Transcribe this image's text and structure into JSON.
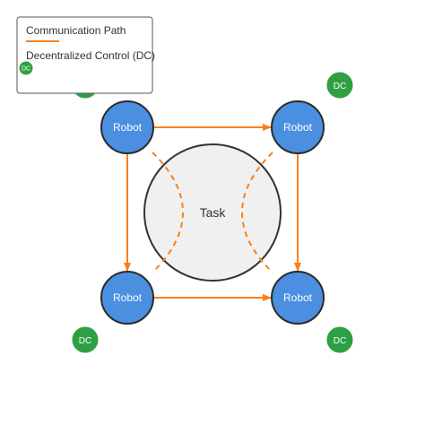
{
  "colors": {
    "robot_fill": "#4a8fe0",
    "robot_stroke": "#2b2b2b",
    "dc_fill": "#2ea043",
    "dc_stroke": "#ffffff",
    "task_fill": "#f0f0f0",
    "task_stroke": "#333333",
    "path_color": "#ff7f0e",
    "legend_border": "#555555"
  },
  "task": {
    "label": "Task"
  },
  "robots": [
    {
      "label": "Robot"
    },
    {
      "label": "Robot"
    },
    {
      "label": "Robot"
    },
    {
      "label": "Robot"
    }
  ],
  "dc_nodes": [
    {
      "label": "DC"
    },
    {
      "label": "DC"
    },
    {
      "label": "DC"
    },
    {
      "label": "DC"
    }
  ],
  "legend": {
    "path_label": "Communication Path",
    "dc_label": "Decentralized Control (DC)",
    "dc_marker_label": "DC"
  }
}
